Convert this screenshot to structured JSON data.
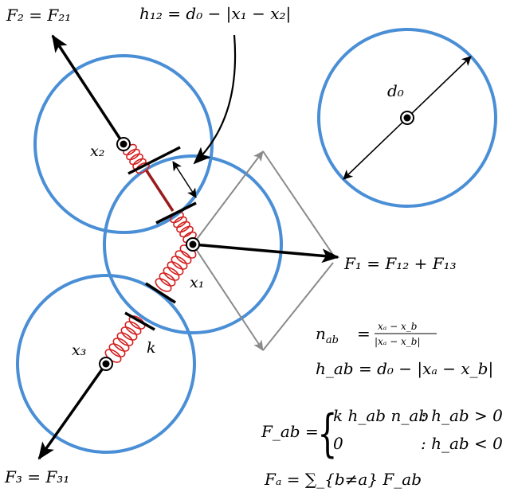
{
  "colors": {
    "circle": "#4a8fd6",
    "spring": "#d42020",
    "overlap_bar": "#9b1b1b",
    "force": "#000000",
    "construction": "#8a8a8a"
  },
  "labels": {
    "F2": "F₂ = F₂₁",
    "F3": "F₃ = F₃₁",
    "F1": "F₁ = F₁₂ + F₁₃",
    "h12": "h₁₂ = d₀  −  |x₁  − x₂|",
    "d0": "d₀",
    "x1": "x₁",
    "x2": "x₂",
    "x3": "x₃",
    "k": "k"
  },
  "equations": {
    "n_lhs": "n",
    "n_lhs_sub": "ab",
    "n_rhs_num": "xₐ − x_b",
    "n_rhs_den": "|xₐ − x_b|",
    "h_def": "h_ab = d₀  −  |xₐ  − x_b|",
    "F_lhs": "F_ab =",
    "case1_expr": "k h_ab n_ab",
    "case1_cond": ": h_ab > 0",
    "case2_expr": "0",
    "case2_cond": ": h_ab < 0",
    "Fa_def": "Fₐ  = ∑_{b≠a} F_ab"
  }
}
